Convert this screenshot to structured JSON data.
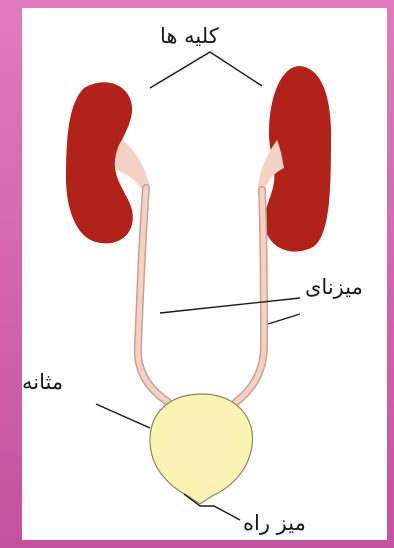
{
  "labels": {
    "kidneys": "کلیه ها",
    "ureters": "میزنای",
    "bladder": "مثانه",
    "urethra": "میز راه"
  },
  "colors": {
    "frame": "#d76ab2",
    "kidney": "#b1221a",
    "ureter": "#f4d2c3",
    "bladder": "#fbf3b4",
    "line": "#1a1a1a"
  }
}
